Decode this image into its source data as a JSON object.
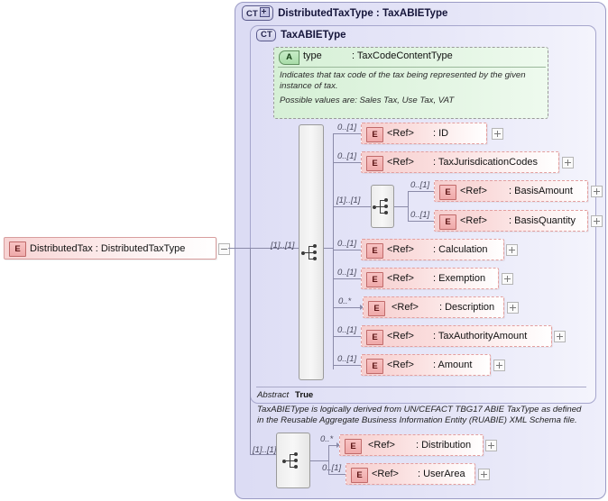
{
  "diagram": {
    "kind": "xsd-schema-diagram",
    "root": {
      "badge": "E",
      "label": "DistributedTax : DistributedTaxType",
      "expander": "minus-box"
    },
    "outer_container": {
      "badge": "CT",
      "badge_expander": "plus",
      "title": "DistributedTaxType : TaxABIEType"
    },
    "inner_container": {
      "badge": "CT",
      "title": "TaxABIEType"
    },
    "attribute": {
      "badge": "A",
      "name": "type",
      "type": ": TaxCodeContentType",
      "doc_line1": "Indicates that tax code of the tax being represented by the given instance of tax.",
      "doc_line2": "Possible values are: Sales Tax, Use Tax, VAT"
    },
    "sequence_rows": [
      {
        "cardinality": "0..[1]",
        "badge": "E",
        "ref": "<Ref>",
        "type": ": ID"
      },
      {
        "cardinality": "0..[1]",
        "badge": "E",
        "ref": "<Ref>",
        "type": ": TaxJurisdicationCodes"
      },
      {
        "cardinality": "[1]..[1]",
        "badge": "E",
        "ref": "<Ref>",
        "type": ""
      },
      {
        "cardinality": "0..[1]",
        "badge": "E",
        "ref": "<Ref>",
        "type": ": Calculation"
      },
      {
        "cardinality": "0..[1]",
        "badge": "E",
        "ref": "<Ref>",
        "type": ": Exemption"
      },
      {
        "cardinality": "0..*",
        "badge": "E",
        "ref": "<Ref>",
        "type": ": Description"
      },
      {
        "cardinality": "0..[1]",
        "badge": "E",
        "ref": "<Ref>",
        "type": ": TaxAuthorityAmount"
      },
      {
        "cardinality": "0..[1]",
        "badge": "E",
        "ref": "<Ref>",
        "type": ": Amount"
      }
    ],
    "nested_rows": [
      {
        "cardinality": "0..[1]",
        "badge": "E",
        "ref": "<Ref>",
        "type": ": BasisAmount"
      },
      {
        "cardinality": "0..[1]",
        "badge": "E",
        "ref": "<Ref>",
        "type": ": BasisQuantity"
      }
    ],
    "bottom_rows": [
      {
        "cardinality": "0..*",
        "badge": "E",
        "ref": "<Ref>",
        "type": ": Distribution"
      },
      {
        "cardinality": "0..[1]",
        "badge": "E",
        "ref": "<Ref>",
        "type": ": UserArea"
      }
    ],
    "bottom_group_cardinality": "[1]..[1]",
    "abstract": {
      "label": "Abstract",
      "value": "True"
    },
    "footer_doc": "TaxABIEType is logically derived from UN/CEFACT TBG17 ABIE TaxType as defined in the Reusable Aggregate Business Information Entity (RUABIE) XML Schema file.",
    "colors": {
      "element_fill": "#f6cfcf",
      "element_border": "#e39f9f",
      "attribute_fill": "#d6f0d6",
      "container_fill": "#dcdcf4",
      "connector": "#8a8aa8"
    }
  }
}
